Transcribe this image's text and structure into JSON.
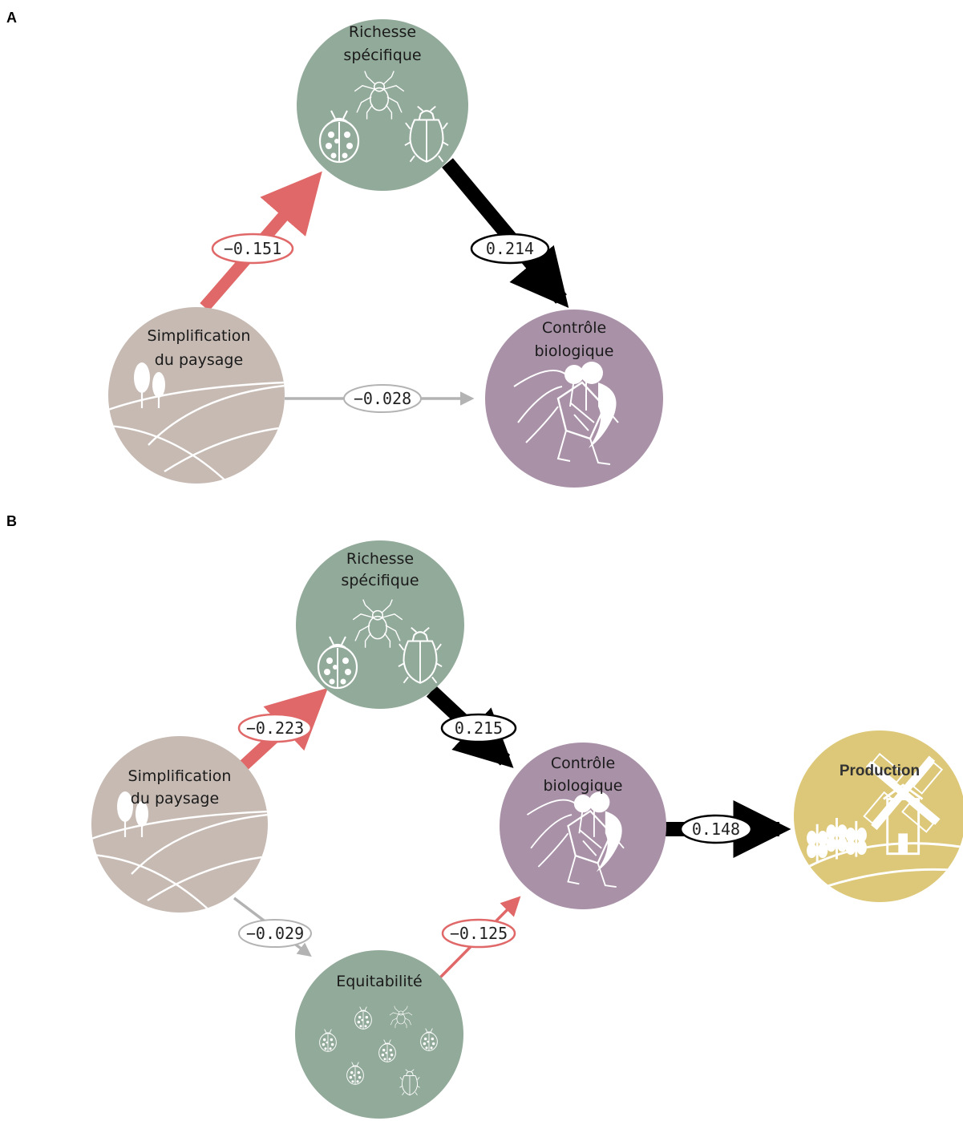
{
  "panels": {
    "a": {
      "letter": "A",
      "nodes": {
        "richesse": [
          "Richesse",
          "spécifique"
        ],
        "simplification": [
          "Simplification",
          "du paysage"
        ],
        "controle": [
          "Contrôle",
          "biologique"
        ]
      },
      "edges": {
        "simp_rich": "−0.151",
        "rich_ctrl": "0.214",
        "simp_ctrl": "−0.028"
      }
    },
    "b": {
      "letter": "B",
      "nodes": {
        "richesse": [
          "Richesse",
          "spécifique"
        ],
        "simplification": [
          "Simplification",
          "du paysage"
        ],
        "controle": [
          "Contrôle",
          "biologique"
        ],
        "equitabilite": [
          "Equitabilité"
        ],
        "production": [
          "Production"
        ]
      },
      "edges": {
        "simp_rich": "−0.223",
        "rich_ctrl": "0.215",
        "ctrl_prod": "0.148",
        "simp_equi": "−0.029",
        "equi_ctrl": "−0.125"
      }
    }
  },
  "colors": {
    "richesse": "#92aa9a",
    "simplification": "#c6bab3",
    "controle": "#a991a8",
    "production": "#dcc878",
    "negative": "#e06868",
    "positive": "#000000",
    "nonsignificant": "#b3b3b3"
  }
}
